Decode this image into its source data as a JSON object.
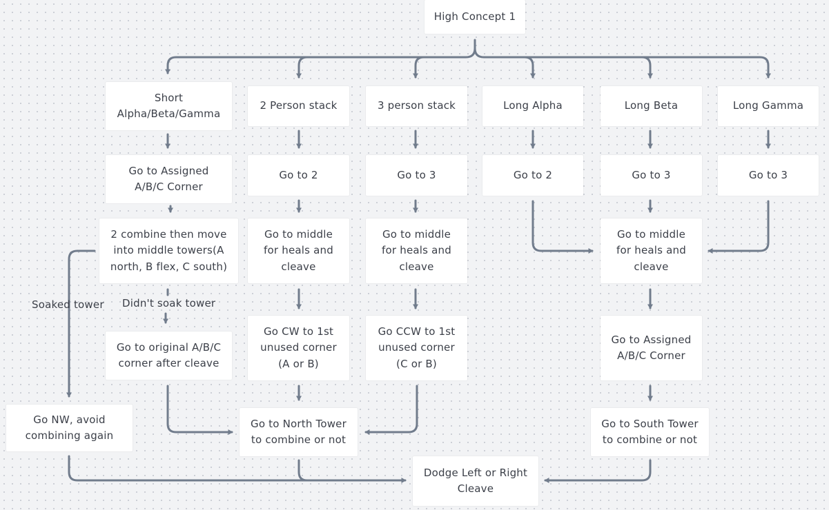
{
  "colors": {
    "background": "#f2f3f5",
    "node_fill": "#ffffff",
    "connector": "#717c8c",
    "text": "#3b3f48"
  },
  "nodes": {
    "root": "High Concept 1",
    "short": "Short\nAlpha/Beta/Gamma",
    "two_person": "2 Person stack",
    "three_person": "3 person stack",
    "long_alpha": "Long Alpha",
    "long_beta": "Long Beta",
    "long_gamma": "Long Gamma",
    "short_assigned": "Go to Assigned\nA/B/C Corner",
    "two_go": "Go to 2",
    "three_go": "Go to 3",
    "la_go": "Go to 2",
    "lb_go": "Go to 3",
    "lg_go": "Go to 3",
    "short_combine": "2 combine then move\ninto middle towers(A\nnorth, B flex, C south)",
    "two_middle": "Go to middle\nfor heals and\ncleave",
    "three_middle": "Go to middle\nfor heals and\ncleave",
    "long_middle": "Go to middle\nfor heals and\ncleave",
    "short_original": "Go to original A/B/C\ncorner after cleave",
    "two_cw": "Go CW to 1st\nunused corner\n(A or B)",
    "three_ccw": "Go CCW to 1st\nunused corner\n(C or B)",
    "long_assigned": "Go to Assigned\nA/B/C Corner",
    "go_nw": "Go NW, avoid\ncombining again",
    "north_tower": "Go to North Tower\nto combine or not",
    "south_tower": "Go to South Tower\nto combine or not",
    "dodge": "Dodge Left or Right\nCleave"
  },
  "edge_labels": {
    "soaked": "Soaked tower",
    "not_soaked": "Didn't soak tower"
  }
}
